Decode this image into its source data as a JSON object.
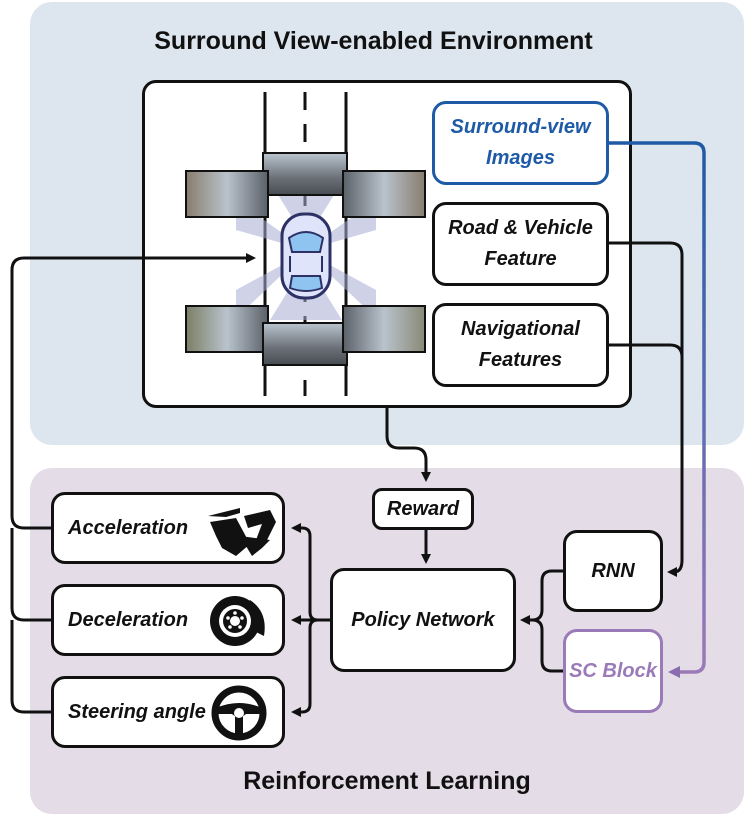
{
  "environment": {
    "title": "Surround View-enabled Environment",
    "surround_view": "Surround-view Images",
    "surround_view_lines": [
      "Surround-view",
      "Images"
    ],
    "road_vehicle_lines": [
      "Road & Vehicle",
      "Feature"
    ],
    "navigational_lines": [
      "Navigational",
      "Features"
    ]
  },
  "rl": {
    "title": "Reinforcement Learning",
    "reward": "Reward",
    "policy": "Policy Network",
    "rnn": "RNN",
    "sc_block": "SC Block",
    "actions": [
      {
        "label": "Acceleration",
        "icon": "accelerator-pedal-icon"
      },
      {
        "label": "Deceleration",
        "icon": "brake-disc-icon"
      },
      {
        "label": "Steering angle",
        "icon": "steering-wheel-icon"
      }
    ]
  },
  "colors": {
    "env_bg": "#dde6ee",
    "rl_bg": "#e4dce6",
    "surround_blue": "#1f5aa6",
    "sc_purple": "#9b7ab8"
  }
}
